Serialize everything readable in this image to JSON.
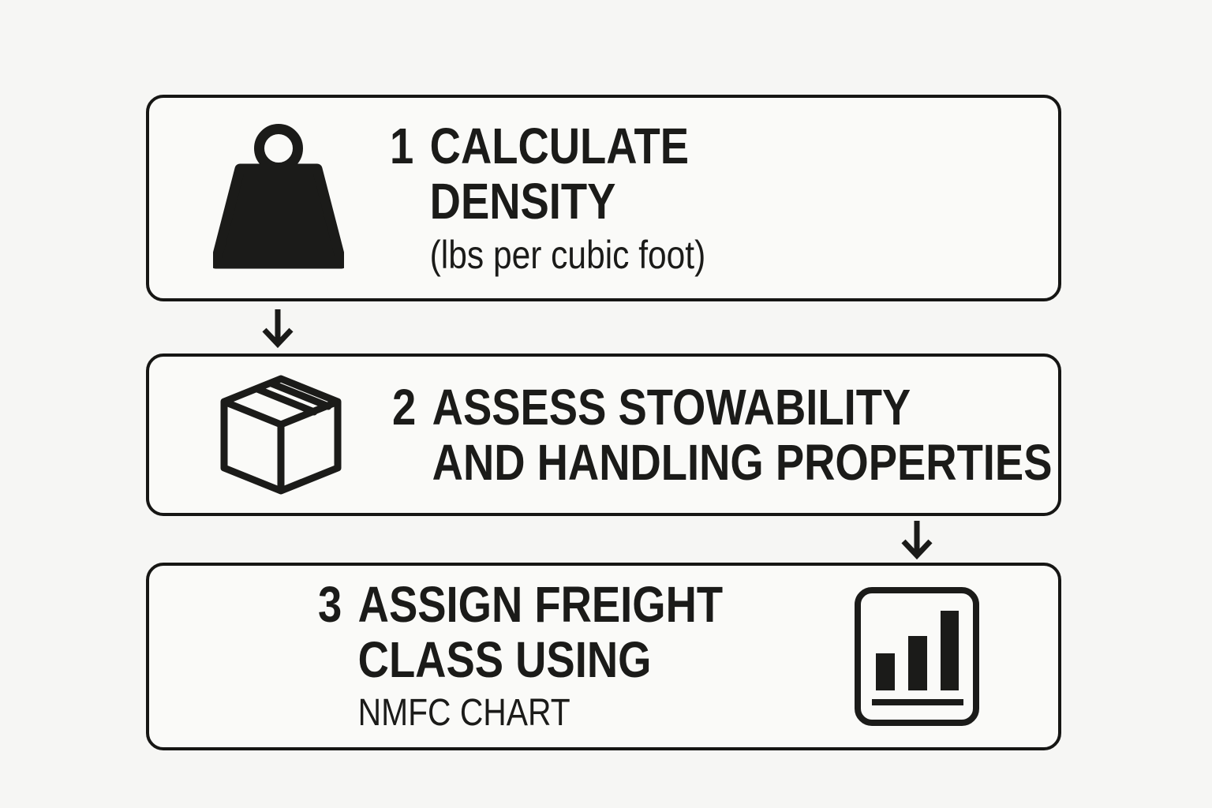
{
  "diagram": {
    "background_color": "#f6f6f4",
    "ink_color": "#1b1b19",
    "steps": [
      {
        "number": "1",
        "title_line1": "CALCULATE",
        "title_line2": "DENSITY",
        "note": "(lbs per cubic foot)",
        "icon": "weight-icon"
      },
      {
        "number": "2",
        "title_line1": "ASSESS STOWABILITY",
        "title_line2": "AND HANDLING PROPERTIES",
        "icon": "package-icon"
      },
      {
        "number": "3",
        "title_line1": "ASSIGN FREIGHT",
        "title_line2": "CLASS USING",
        "note": "NMFC CHART",
        "icon": "bar-chart-icon"
      }
    ],
    "arrows": [
      {
        "icon": "arrow-down-icon",
        "from": "step-1",
        "to": "step-2"
      },
      {
        "icon": "arrow-down-icon",
        "from": "step-2",
        "to": "step-3"
      }
    ]
  }
}
